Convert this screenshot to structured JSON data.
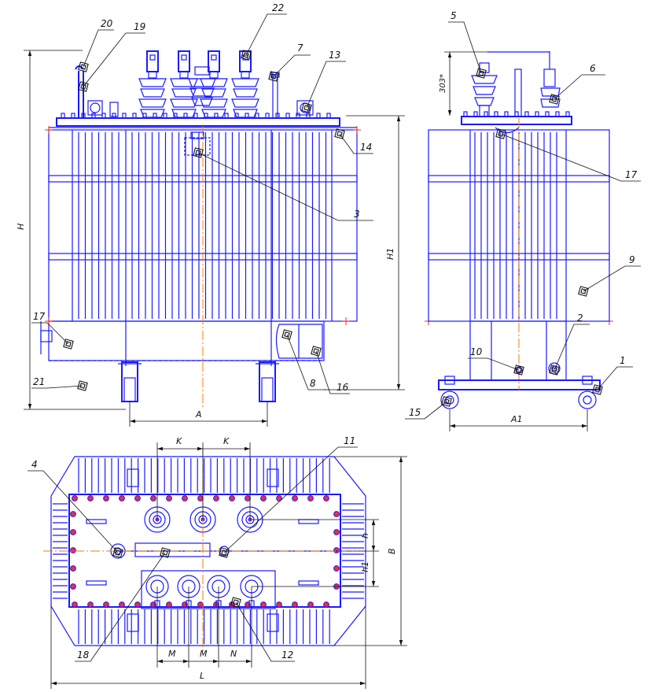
{
  "callouts": [
    "1",
    "2",
    "3",
    "4",
    "5",
    "6",
    "7",
    "8",
    "9",
    "10",
    "11",
    "12",
    "13",
    "14",
    "15",
    "16",
    "17",
    "18",
    "19",
    "20",
    "21",
    "22"
  ],
  "dims": {
    "H": "H",
    "H1": "H1",
    "A": "A",
    "A1": "A1",
    "B": "B",
    "L": "L",
    "K": "K",
    "M": "M",
    "N": "N",
    "h": "h",
    "h1": "h1",
    "top303": "303*"
  },
  "colors": {
    "lines": "#1a1aff",
    "dimensions": "#111111",
    "axes": "#ff7a00",
    "bolts": "#ff2a2a"
  }
}
